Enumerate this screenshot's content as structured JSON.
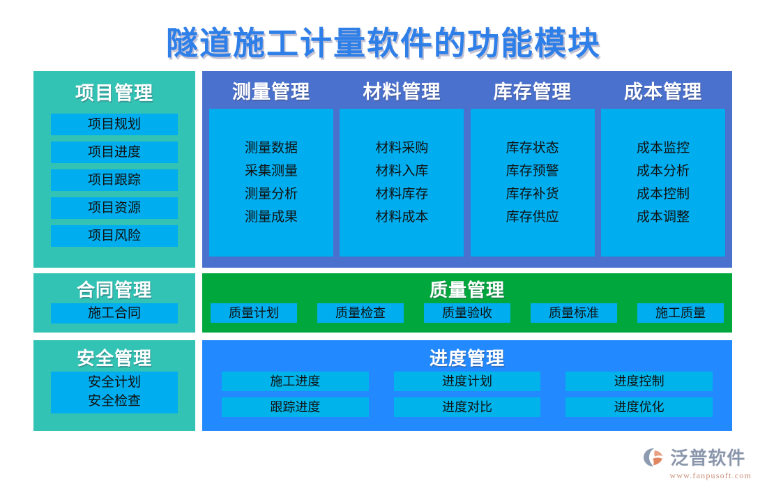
{
  "title": "隧道施工计量软件的功能模块",
  "colors": {
    "title_text": "#2f7fe8",
    "panel_teal": "#32c3b4",
    "panel_indigo": "#4a71ce",
    "panel_green": "#00a73c",
    "panel_blue": "#2389fe",
    "chip": "#00adee",
    "chip_progress": "#00b4eb",
    "heading_text": "#ffffff",
    "chip_text": "#111111"
  },
  "panels": {
    "project": {
      "heading": "项目管理",
      "items": [
        "项目规划",
        "项目进度",
        "项目跟踪",
        "项目资源",
        "项目风险"
      ]
    },
    "operations": {
      "columns": [
        {
          "heading": "测量管理",
          "items": [
            "测量数据",
            "采集测量",
            "测量分析",
            "测量成果"
          ]
        },
        {
          "heading": "材料管理",
          "items": [
            "材料采购",
            "材料入库",
            "材料库存",
            "材料成本"
          ]
        },
        {
          "heading": "库存管理",
          "items": [
            "库存状态",
            "库存预警",
            "库存补货",
            "库存供应"
          ]
        },
        {
          "heading": "成本管理",
          "items": [
            "成本监控",
            "成本分析",
            "成本控制",
            "成本调整"
          ]
        }
      ]
    },
    "contract": {
      "heading": "合同管理",
      "items": [
        "施工合同"
      ]
    },
    "quality": {
      "heading": "质量管理",
      "items": [
        "质量计划",
        "质量检查",
        "质量验收",
        "质量标准",
        "施工质量"
      ]
    },
    "safety": {
      "heading": "安全管理",
      "items": [
        "安全计划",
        "安全检查"
      ]
    },
    "progress": {
      "heading": "进度管理",
      "items": [
        "施工进度",
        "进度计划",
        "进度控制",
        "跟踪进度",
        "进度对比",
        "进度优化"
      ]
    }
  },
  "logo": {
    "icon": "fanpu-swoosh-logo-icon",
    "name": "泛普软件",
    "url": "www.fanpusoft.com"
  }
}
